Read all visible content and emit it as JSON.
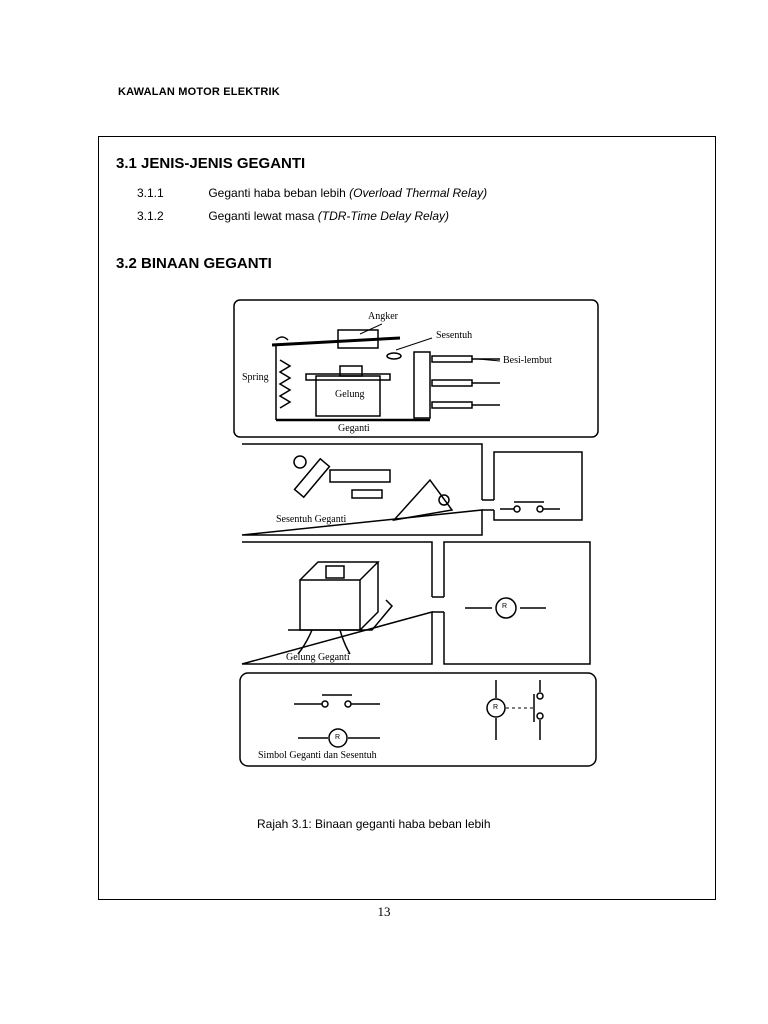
{
  "header": {
    "title": "KAWALAN MOTOR ELEKTRIK"
  },
  "section1": {
    "title": "3.1 JENIS-JENIS GEGANTI",
    "items": [
      {
        "num": "3.1.1",
        "text": "Geganti haba beban lebih",
        "italic": "(Overload Thermal Relay)"
      },
      {
        "num": "3.1.2",
        "text": "Geganti lewat masa",
        "italic": "(TDR-Time Delay Relay)"
      }
    ]
  },
  "section2": {
    "title": "3.2 BINAAN  GEGANTI"
  },
  "figure": {
    "labels": {
      "angker": "Angker",
      "sesentuh": "Sesentuh",
      "besi_lembut": "Besi-lembut",
      "spring": "Spring",
      "gelung": "Gelung",
      "geganti": "Geganti",
      "sesentuh_geganti": "Sesentuh Geganti",
      "gelung_geganti": "Gelung Geganti",
      "simbol": "Simbol Geganti dan Sesentuh",
      "r": "R"
    },
    "caption": "Rajah 3.1: Binaan geganti haba beban lebih"
  },
  "page_number": "13"
}
